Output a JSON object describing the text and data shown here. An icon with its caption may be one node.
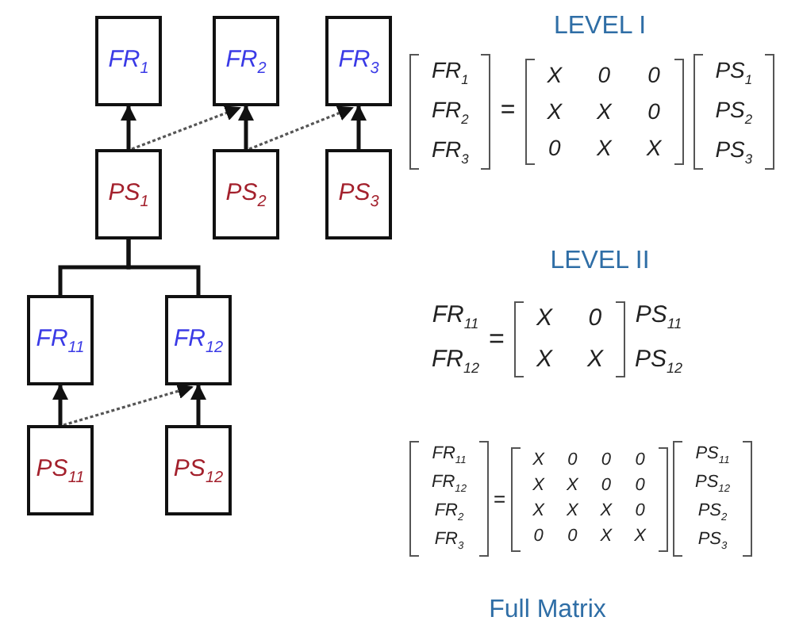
{
  "diagram": {
    "nodes": [
      {
        "text": [
          "FR$_{1}$"
        ]
      },
      {
        "text": [
          "FR$_{2}$"
        ]
      },
      {
        "text": [
          "FR$_{3}$"
        ]
      },
      {
        "text": [
          "PS$_{1}$"
        ]
      },
      {
        "text": [
          "PS$_{2}$"
        ]
      },
      {
        "text": [
          "PS$_{3}$"
        ]
      },
      {
        "text": [
          "FR$_{11}$"
        ]
      },
      {
        "text": [
          "FR$_{12}$"
        ]
      },
      {
        "text": [
          "PS$_{11}$"
        ]
      },
      {
        "text": [
          "PS$_{12}$"
        ]
      }
    ],
    "edges": [
      {
        "from": 3,
        "to": 0,
        "arrow": "to"
      },
      {
        "from": 3,
        "to": 1,
        "arrow": "to",
        "style": "dashed"
      },
      {
        "from": 4,
        "to": 1,
        "arrow": "to"
      },
      {
        "from": 4,
        "to": 2,
        "arrow": "to",
        "style": "dashed"
      },
      {
        "from": 5,
        "to": 2,
        "arrow": "to"
      },
      {
        "from": 3,
        "to": 6,
        "arrow": "none"
      },
      {
        "from": 3,
        "to": 7,
        "arrow": "none"
      },
      {
        "from": 8,
        "to": 6,
        "arrow": "to"
      },
      {
        "from": 8,
        "to": 7,
        "arrow": "to",
        "style": "dashed"
      },
      {
        "from": 9,
        "to": 7,
        "arrow": "to"
      }
    ],
    "labels": [
      "LEVEL I",
      "FR$_{1}$",
      "FR$_{2}$",
      "FR$_{3}$",
      "=",
      "X",
      "0",
      "0",
      "X",
      "X",
      "0",
      "0",
      "X",
      "X",
      "PS$_{1}$",
      "PS$_{2}$",
      "PS$_{3}$",
      "LEVEL II",
      "FR$_{11}$",
      "FR$_{12}$",
      "=",
      "X",
      "0",
      "X",
      "X",
      "PS$_{11}$",
      "PS$_{12}$",
      "FR$_{11}$",
      "FR$_{12}$",
      "FR$_{2}$",
      "FR$_{3}$",
      "=",
      "X",
      "0",
      "0",
      "0",
      "X",
      "X",
      "0",
      "0",
      "X",
      "X",
      "X",
      "0",
      "0",
      "0",
      "X",
      "X",
      "PS$_{11}$",
      "PS$_{12}$",
      "PS$_{2}$",
      "PS$_{3}$",
      "Full Matrix"
    ]
  }
}
